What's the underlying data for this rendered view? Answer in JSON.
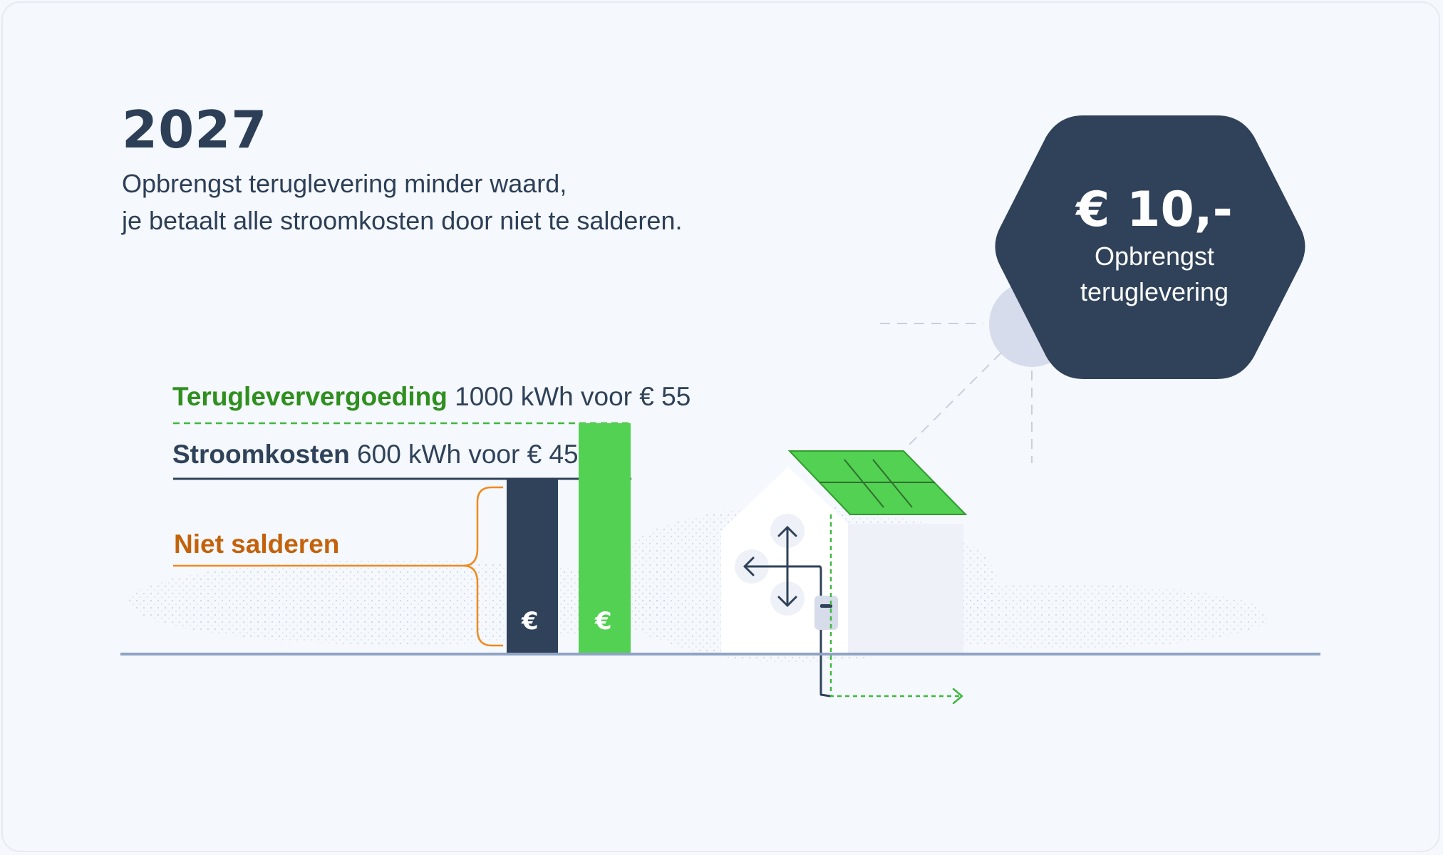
{
  "header": {
    "year": "2027",
    "subtitle_line1": "Opbrengst teruglevering minder waard,",
    "subtitle_line2": "je betaalt alle stroomkosten door niet te salderen."
  },
  "labels": {
    "feedin_bold": "Terugleververgoeding",
    "feedin_rest": " 1000 kWh voor € 55",
    "cost_bold": "Stroomkosten",
    "cost_rest": " 600 kWh voor € 45",
    "net": "Niet salderen"
  },
  "bars": [
    {
      "name": "Stroomkosten",
      "kwh": 600,
      "amount_eur": 45,
      "symbol": "€",
      "color": "#2f4259"
    },
    {
      "name": "Terugleververgoeding",
      "kwh": 1000,
      "amount_eur": 55,
      "symbol": "€",
      "color": "#52d152"
    }
  ],
  "badge": {
    "amount": "€ 10,-",
    "label_line1": "Opbrengst",
    "label_line2": "teruglevering"
  },
  "colors": {
    "navy": "#2f4259",
    "green": "#52d152",
    "green_text": "#2f8f1f",
    "orange": "#c3620b",
    "ground": "#8fa3c4",
    "background": "#f5f8fc"
  }
}
